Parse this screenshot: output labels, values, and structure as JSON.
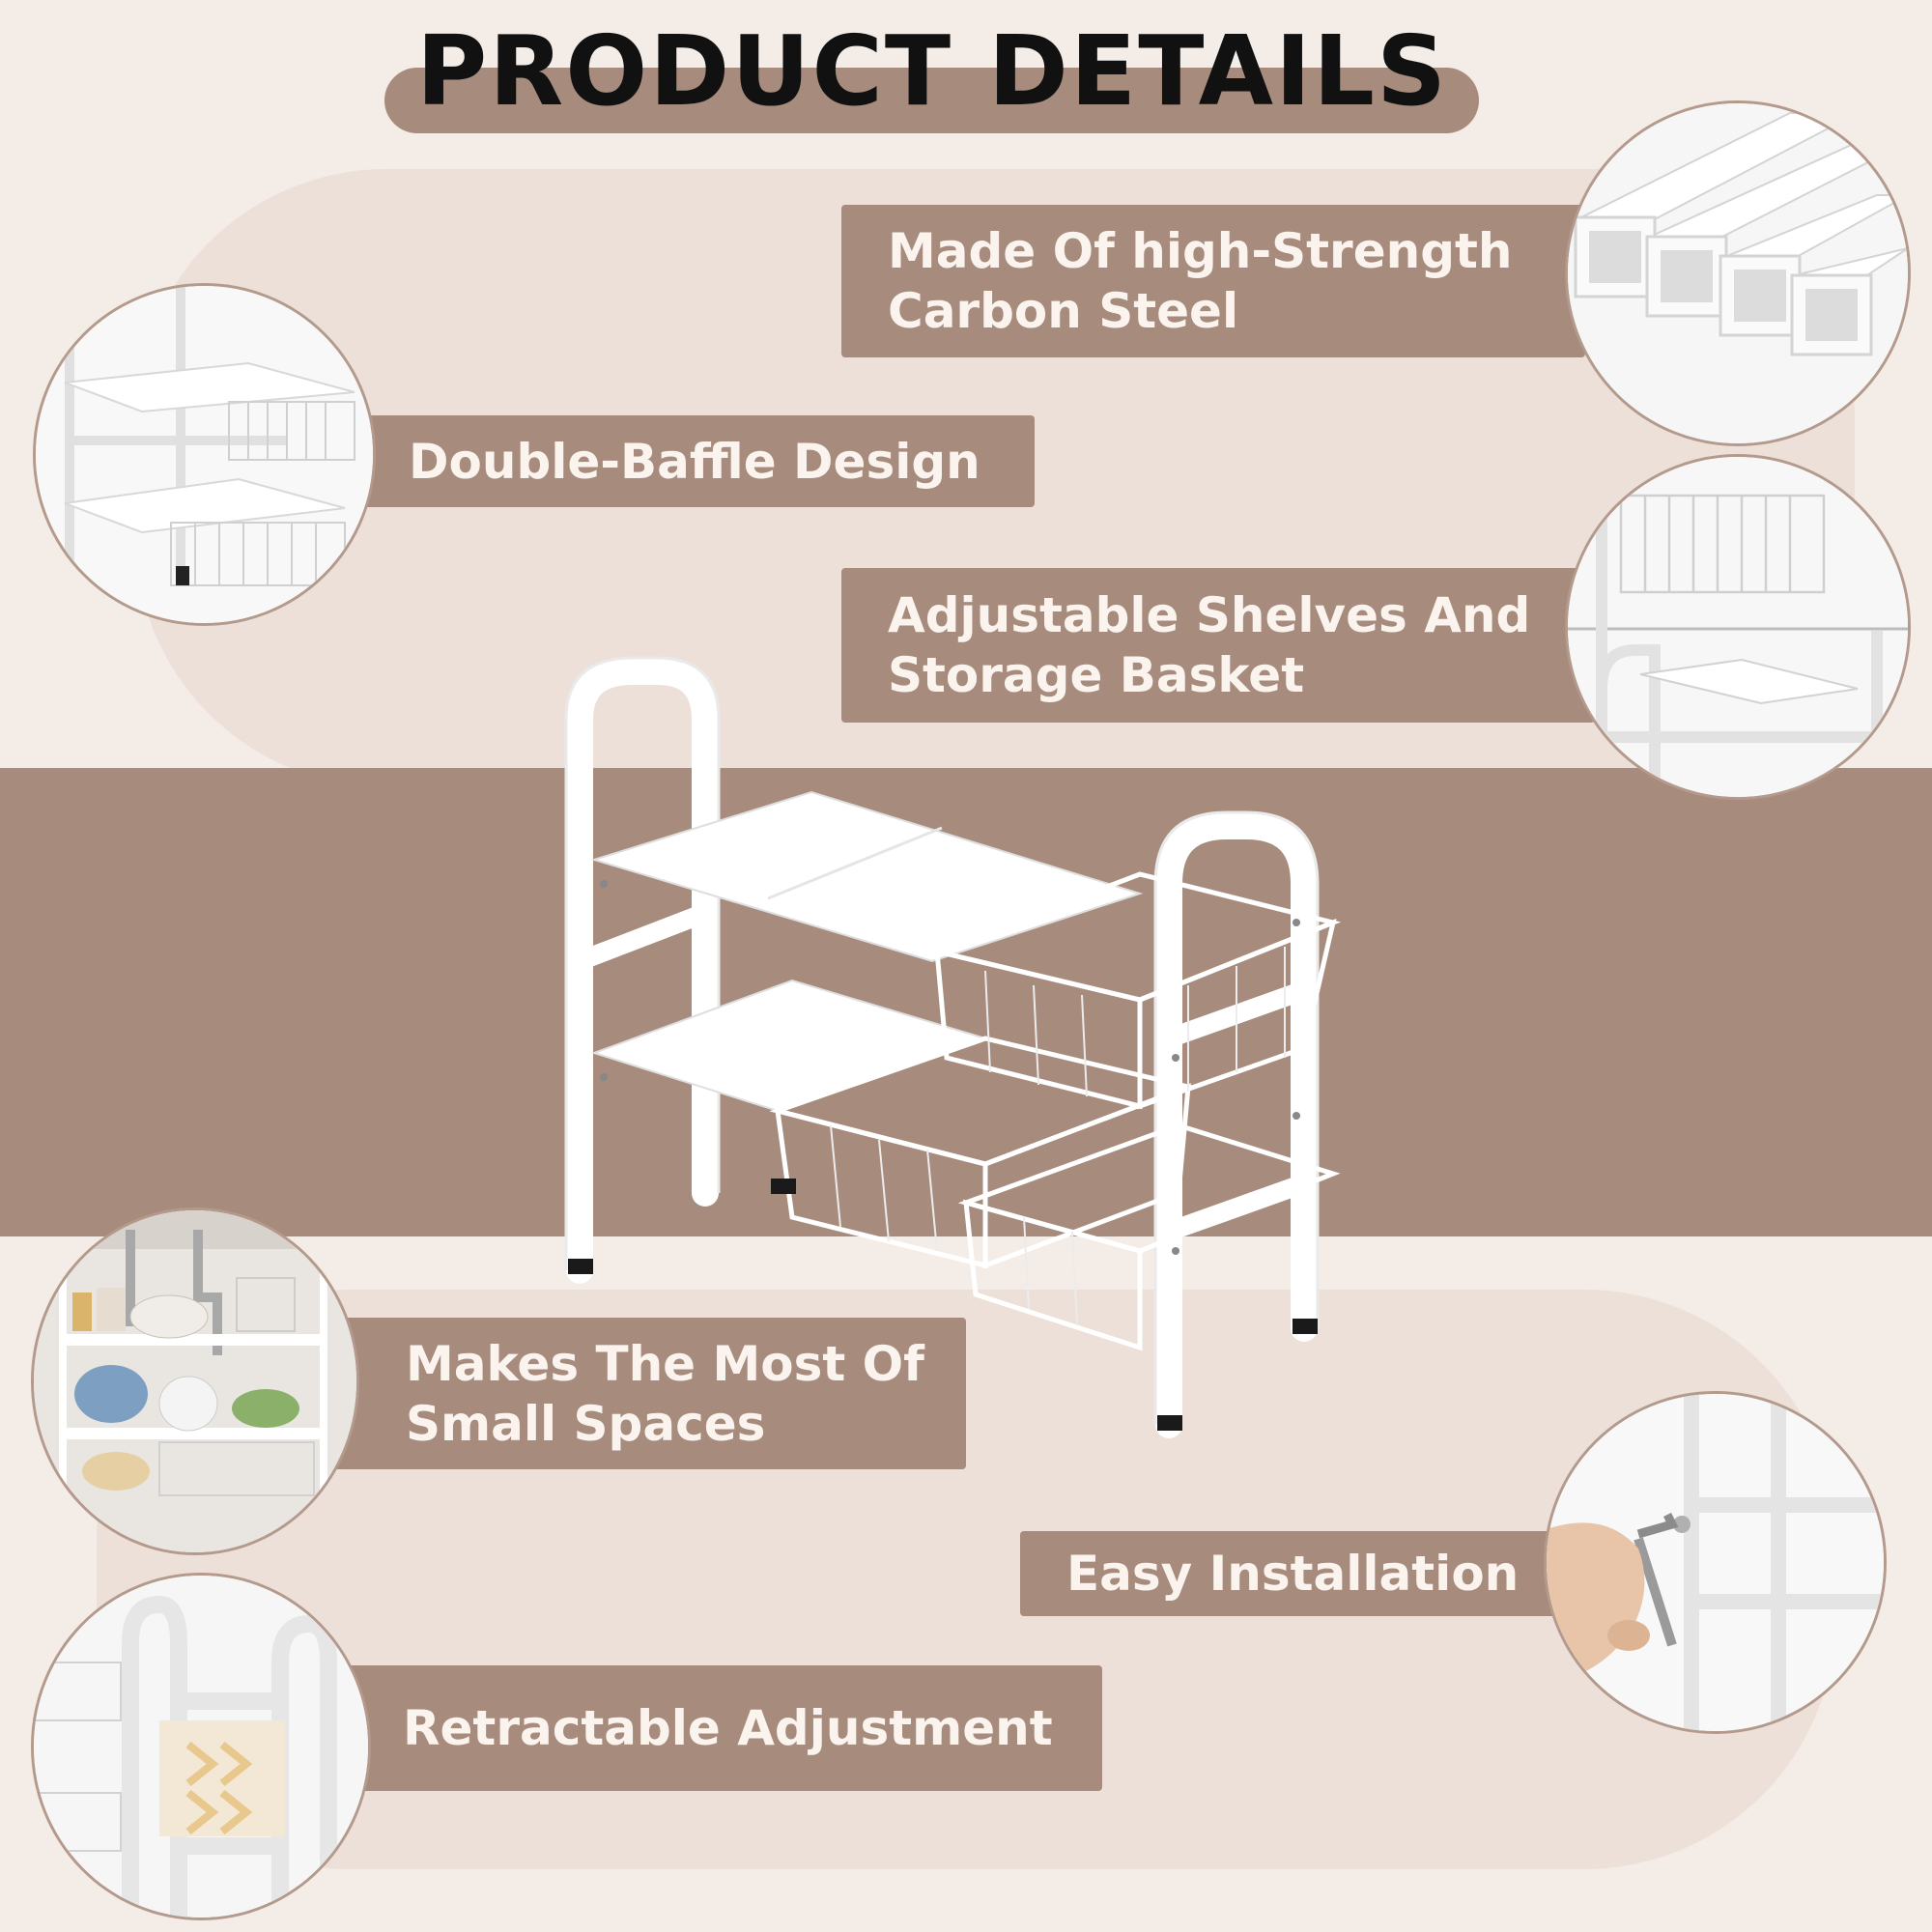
{
  "title": "PRODUCT DETAILS",
  "features": [
    {
      "label": "Made Of high-Strength Carbon Steel",
      "line1": "Made Of high-Strength",
      "line2": "Carbon Steel",
      "icon": "steel-tube-icon"
    },
    {
      "label": "Double-Baffle Design",
      "icon": "shelf-baffle-icon"
    },
    {
      "label": "Adjustable Shelves And Storage Basket",
      "line1": "Adjustable Shelves And",
      "line2": "Storage Basket",
      "icon": "basket-icon"
    },
    {
      "label": "Makes The Most Of Small Spaces",
      "line1": "Makes The Most Of",
      "line2": "Small Spaces",
      "icon": "cabinet-icon"
    },
    {
      "label": "Easy Installation",
      "icon": "hex-key-icon"
    },
    {
      "label": "Retractable Adjustment",
      "icon": "retract-arrow-icon"
    }
  ],
  "colors": {
    "accent": "#a78b7d",
    "background": "#f4ece6",
    "label_text": "#fbf4ee",
    "title_text": "#111111"
  }
}
